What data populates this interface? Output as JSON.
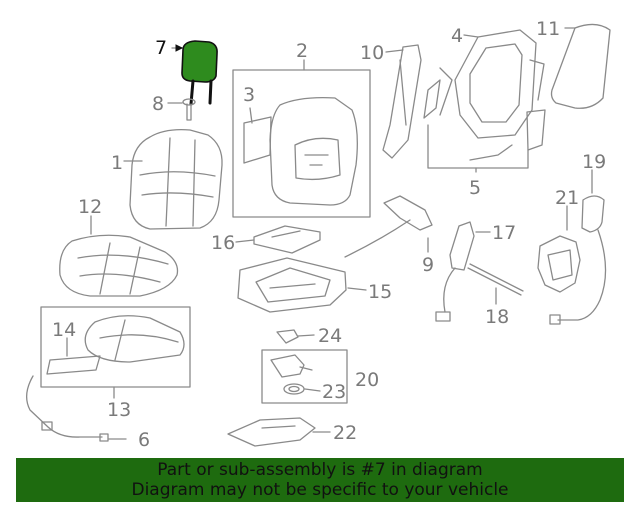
{
  "callouts": {
    "c1": "1",
    "c2": "2",
    "c3": "3",
    "c4": "4",
    "c5": "5",
    "c6": "6",
    "c7": "7",
    "c8": "8",
    "c9": "9",
    "c10": "10",
    "c11": "11",
    "c12": "12",
    "c13": "13",
    "c14": "14",
    "c15": "15",
    "c16": "16",
    "c17": "17",
    "c18": "18",
    "c19": "19",
    "c20": "20",
    "c21": "21",
    "c22": "22",
    "c23": "23",
    "c24": "24"
  },
  "highlight": {
    "part": "7",
    "color": "#2e8b1e"
  },
  "banner": {
    "line1": "Part or sub-assembly is #7 in diagram",
    "line2": "Diagram may not be specific to your vehicle",
    "background": "#1e6b0f"
  }
}
